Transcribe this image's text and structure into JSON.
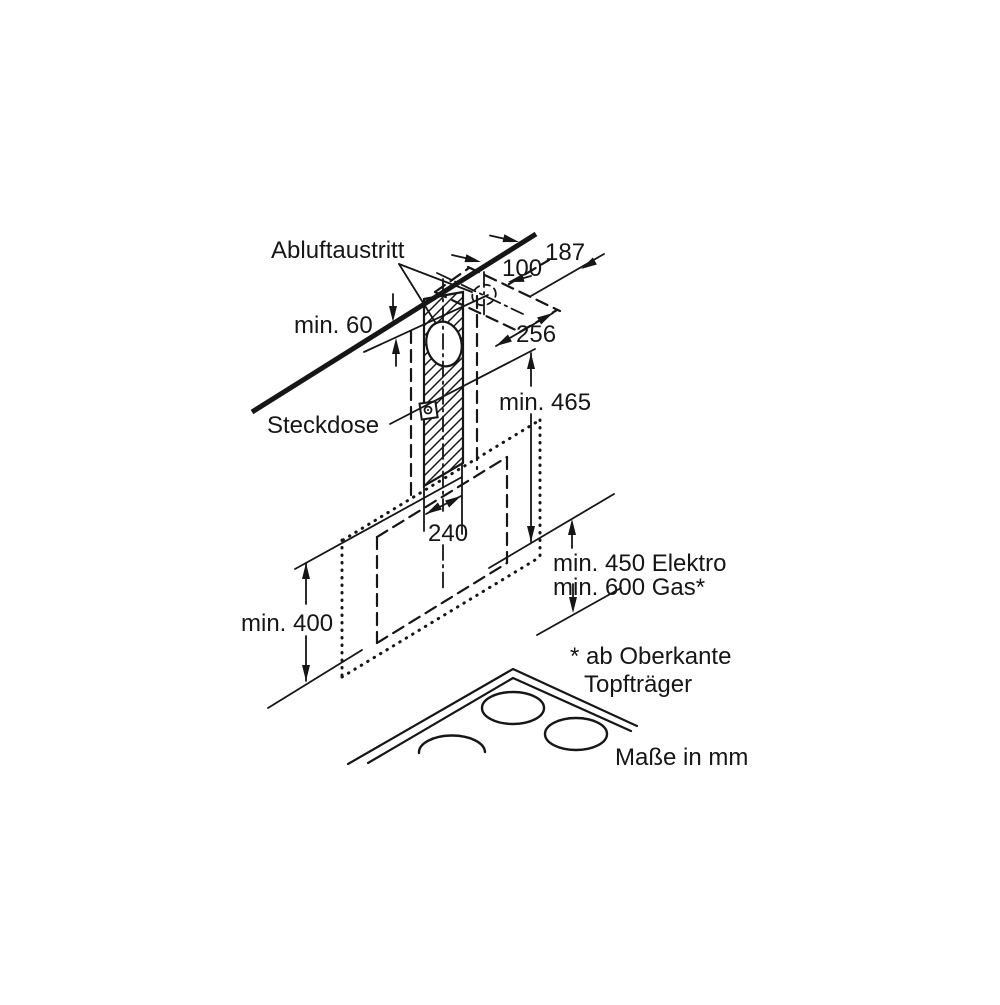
{
  "diagram": {
    "labels": {
      "exhaust_outlet": "Abluftaustritt",
      "min_ceiling_gap": "min. 60",
      "socket": "Steckdose",
      "dim_100": "100",
      "dim_187": "187",
      "dim_256": "256",
      "dim_min_465": "min. 465",
      "dim_240": "240",
      "dim_min_400": "min. 400",
      "dim_min_450_electric": "min. 450 Elektro",
      "dim_min_600_gas": "min. 600 Gas*",
      "footnote_line1": "* ab Oberkante",
      "footnote_line2": "Topfträger",
      "units_note": "Maße in mm"
    },
    "colors": {
      "line": "#161616",
      "background": "#ffffff"
    }
  }
}
